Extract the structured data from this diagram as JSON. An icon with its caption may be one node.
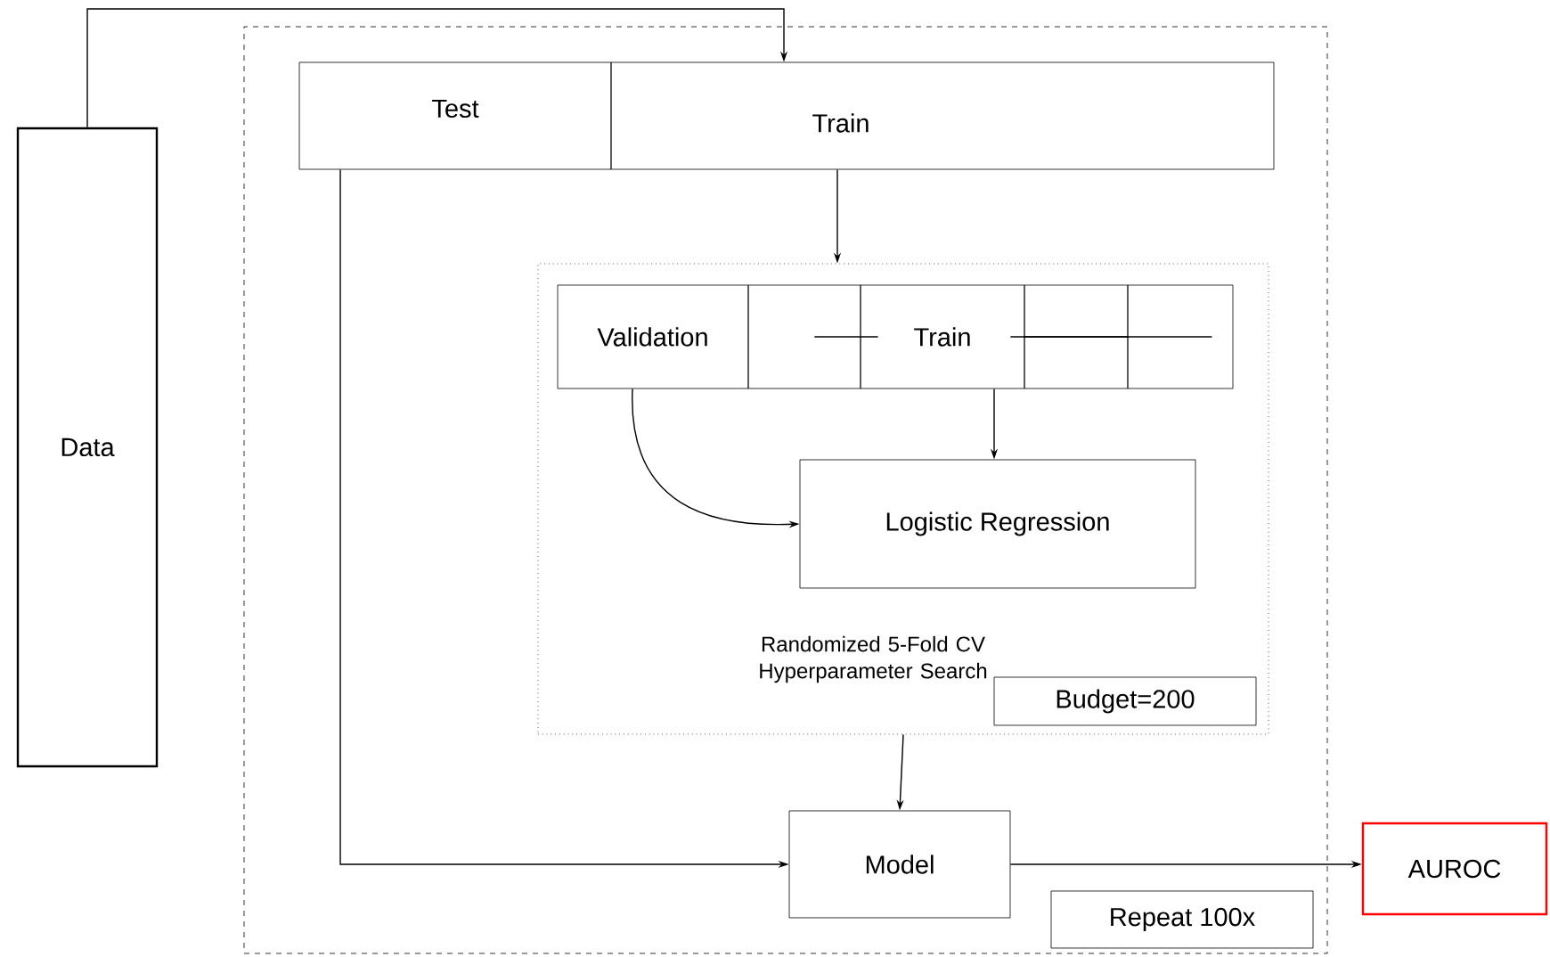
{
  "diagram": {
    "nodes": [
      {
        "text": [
          "Data"
        ]
      },
      {
        "text": [],
        "shape": "box"
      },
      {
        "text": [
          "Test"
        ],
        "in": 1
      },
      {
        "text": [
          "Train"
        ],
        "in": 1
      },
      {
        "text": [
          "Randomized 5-Fold CV Hyperparameter Search"
        ],
        "in": 1
      },
      {
        "text": [
          "Validation"
        ],
        "in": 4
      },
      {
        "text": [],
        "shape": "box",
        "in": 4
      },
      {
        "text": [
          "Train"
        ],
        "in": 4
      },
      {
        "text": [],
        "shape": "box",
        "in": 4
      },
      {
        "text": [],
        "shape": "box",
        "in": 4
      },
      {
        "text": [
          "Logistic Regression"
        ],
        "in": 4
      },
      {
        "text": [
          "Budget=200"
        ],
        "in": 4
      },
      {
        "text": [
          "Model"
        ],
        "in": 1
      },
      {
        "text": [
          "Repeat 100x"
        ],
        "in": 1
      },
      {
        "text": [
          "AUROC"
        ]
      }
    ],
    "edges": [
      {
        "from": 0,
        "to": 3,
        "arrow": "to"
      },
      {
        "from": 3,
        "to": 4,
        "arrow": "to"
      },
      {
        "from": 5,
        "to": 10,
        "arrow": "to"
      },
      {
        "from": 7,
        "to": 10,
        "arrow": "to"
      },
      {
        "from": 4,
        "to": 12,
        "arrow": "to"
      },
      {
        "from": 2,
        "to": 12,
        "arrow": "to"
      },
      {
        "from": 12,
        "to": 14,
        "arrow": "to"
      },
      {
        "from": 6,
        "to": 7,
        "arrow": "none"
      },
      {
        "from": 7,
        "to": 8,
        "arrow": "none"
      },
      {
        "from": 8,
        "to": 9,
        "arrow": "none"
      }
    ]
  }
}
